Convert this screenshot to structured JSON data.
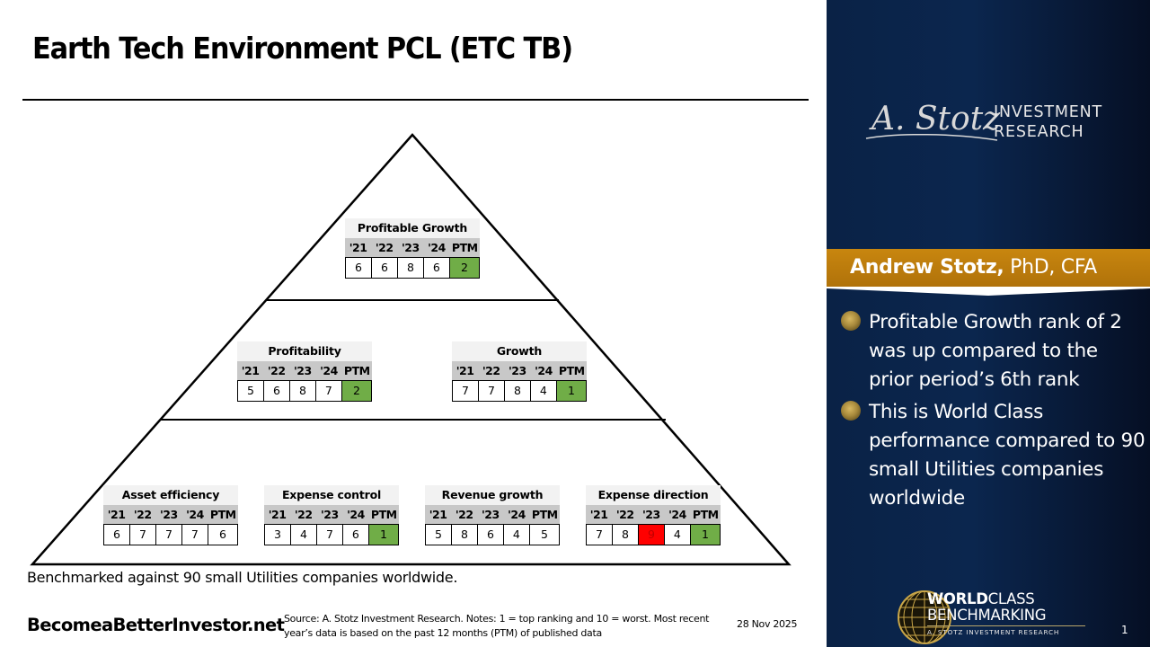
{
  "title": "Earth Tech Environment PCL (ETC TB)",
  "columns": [
    "'21",
    "'22",
    "'23",
    "'24",
    "PTM"
  ],
  "colors": {
    "good": "#70ad47",
    "bad": "#ff0000",
    "sidebar_bg": "#0b264e",
    "banner": "#c8860f"
  },
  "pyramid": {
    "top": {
      "label": "Profitable Growth",
      "values": [
        "6",
        "6",
        "8",
        "6",
        "2"
      ],
      "highlights": [
        "",
        "",
        "",
        "",
        "good"
      ]
    },
    "middle": [
      {
        "label": "Profitability",
        "values": [
          "5",
          "6",
          "8",
          "7",
          "2"
        ],
        "highlights": [
          "",
          "",
          "",
          "",
          "good"
        ]
      },
      {
        "label": "Growth",
        "values": [
          "7",
          "7",
          "8",
          "4",
          "1"
        ],
        "highlights": [
          "",
          "",
          "",
          "",
          "good"
        ]
      }
    ],
    "bottom": [
      {
        "label": "Asset efficiency",
        "values": [
          "6",
          "7",
          "7",
          "7",
          "6"
        ],
        "highlights": [
          "",
          "",
          "",
          "",
          ""
        ]
      },
      {
        "label": "Expense control",
        "values": [
          "3",
          "4",
          "7",
          "6",
          "1"
        ],
        "highlights": [
          "",
          "",
          "",
          "",
          "good"
        ]
      },
      {
        "label": "Revenue growth",
        "values": [
          "5",
          "8",
          "6",
          "4",
          "5"
        ],
        "highlights": [
          "",
          "",
          "",
          "",
          ""
        ]
      },
      {
        "label": "Expense direction",
        "values": [
          "7",
          "8",
          "9",
          "4",
          "1"
        ],
        "highlights": [
          "",
          "",
          "bad",
          "",
          "good"
        ]
      }
    ]
  },
  "benchmark_note": "Benchmarked against 90 small Utilities companies worldwide.",
  "footer": {
    "site": "BecomeaBetterInvestor.net",
    "source": "Source: A. Stotz Investment Research. Notes: 1 = top ranking and 10 = worst. Most recent year’s data is based on the past 12 months (PTM) of published data",
    "date": "28 Nov 2025"
  },
  "sidebar": {
    "brand_signature": "A. Stotz",
    "brand_line1": "INVESTMENT",
    "brand_line2": "RESEARCH",
    "author_name": "Andrew Stotz,",
    "author_creds": " PhD, CFA",
    "bullets": [
      "Profitable Growth rank of 2 was up compared to the prior period’s 6th rank",
      "This is World Class performance compared to 90 small Utilities companies worldwide"
    ],
    "wcb_bold": "WORLD",
    "wcb_light": "CLASS",
    "wcb_line2": "BENCHMARKING",
    "wcb_line3": "A. STOTZ INVESTMENT RESEARCH",
    "page_number": "1"
  }
}
